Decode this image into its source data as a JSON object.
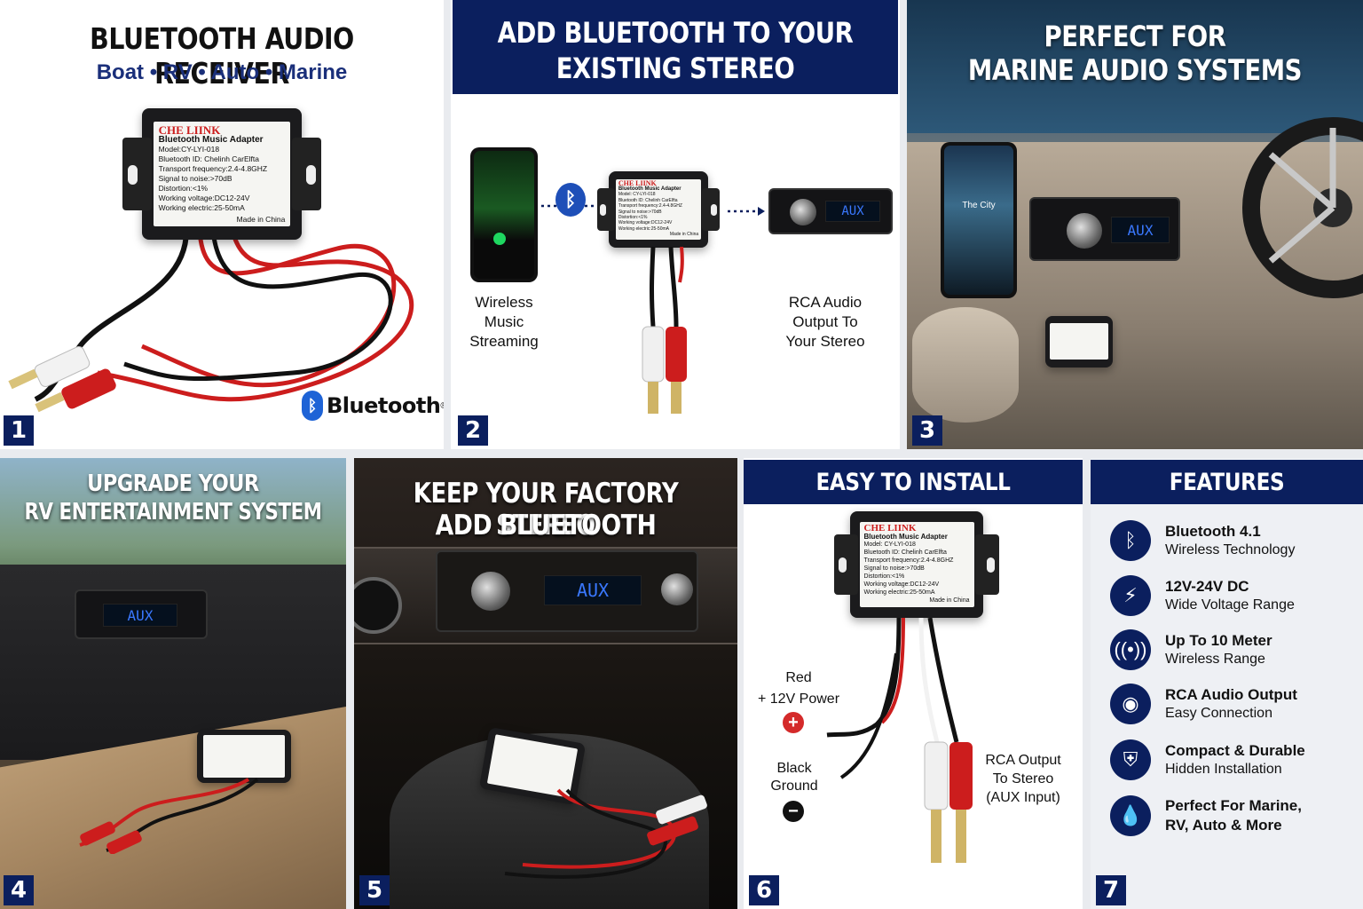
{
  "panel1": {
    "title": "BLUETOOTH AUDIO RECEIVER",
    "subtitle": "Boat • RV • Auto • Marine",
    "number": "1",
    "bt_badge": "Bluetooth",
    "bt_reg": "®",
    "device_label": {
      "brand": "CHE LIINK",
      "name": "Bluetooth Music Adapter",
      "lines": [
        "Model:CY-LYI-018",
        "Bluetooth ID: Chelinh CarElfta",
        "Transport frequency:2.4-4.8GHZ",
        "Signal to noise:>70dB",
        "Distortion:<1%",
        "Working voltage:DC12-24V",
        "Working electric:25-50mA"
      ],
      "made": "Made in China"
    }
  },
  "panel2": {
    "title_line1": "ADD BLUETOOTH TO YOUR",
    "title_line2": "EXISTING STEREO",
    "left_caption": [
      "Wireless",
      "Music",
      "Streaming"
    ],
    "right_caption": [
      "RCA Audio",
      "Output To",
      "Your Stereo"
    ],
    "stereo_display": "AUX",
    "number": "2",
    "device_label": {
      "brand": "CHE LIINK",
      "name": "Bluetooth Music Adapter",
      "lines": [
        "Model: CY-LYI-018",
        "Bluetooth ID: Chelinh CarElfta",
        "Transport frequency:2.4-4.8GHZ",
        "Signal to noise:>70dB",
        "Distortion:<1%",
        "Working voltage:DC12-24V",
        "Working electric:25-50mA"
      ],
      "made": "Made in China"
    }
  },
  "panel3": {
    "title_line1": "PERFECT FOR",
    "title_line2": "MARINE AUDIO SYSTEMS",
    "stereo_display": "AUX",
    "phone_text": "The City",
    "number": "3"
  },
  "panel4": {
    "title_line1": "UPGRADE YOUR",
    "title_line2": "RV ENTERTAINMENT SYSTEM",
    "stereo_display": "AUX",
    "number": "4"
  },
  "panel5": {
    "title_line1": "KEEP YOUR FACTORY STEREO",
    "title_line2": "ADD BLUETOOTH",
    "stereo_display": "AUX",
    "number": "5"
  },
  "panel6": {
    "title": "EASY TO INSTALL",
    "red_label_1": "Red",
    "red_label_2": "+ 12V Power",
    "black_label_1": "Black",
    "black_label_2": "Ground",
    "rca_label": [
      "RCA Output",
      "To Stereo",
      "(AUX Input)"
    ],
    "number": "6",
    "device_label": {
      "brand": "CHE LIINK",
      "name": "Bluetooth Music Adapter",
      "lines": [
        "Model: CY-LYI-018",
        "Bluetooth ID: Chelinh CarElfta",
        "Transport frequency:2.4-4.8GHZ",
        "Signal to noise:>70dB",
        "Distortion:<1%",
        "Working voltage:DC12-24V",
        "Working electric:25-50mA"
      ],
      "made": "Made in China"
    }
  },
  "panel7": {
    "title": "FEATURES",
    "number": "7",
    "features": [
      {
        "icon": "bluetooth-icon",
        "line1": "Bluetooth 4.1",
        "line2": "Wireless Technology"
      },
      {
        "icon": "lightning-icon",
        "line1": "12V-24V DC",
        "line2": "Wide Voltage Range"
      },
      {
        "icon": "signal-icon",
        "line1": "Up To 10 Meter",
        "line2": "Wireless Range"
      },
      {
        "icon": "rca-icon",
        "line1": "RCA Audio Output",
        "line2": "Easy Connection"
      },
      {
        "icon": "shield-icon",
        "line1": "Compact & Durable",
        "line2": "Hidden Installation"
      },
      {
        "icon": "drop-icon",
        "line1": "Perfect For Marine,",
        "line2": "RV, Auto & More"
      }
    ]
  },
  "colors": {
    "navy": "#0b1f5e",
    "title_dark": "#111111",
    "subtitle_blue": "#1a2f7a",
    "cable_red": "#cc1d1d",
    "display_blue": "#3a78ff"
  }
}
